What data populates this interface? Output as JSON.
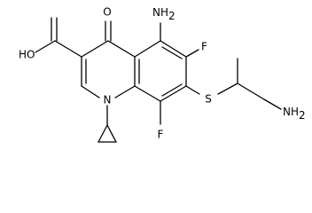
{
  "molecule": {
    "atoms": {
      "oxo_o": "O",
      "amino_nh2": "NH",
      "amino_sub": "2",
      "hydroxyl": "HO",
      "f_top": "F",
      "f_bottom": "F",
      "ring_n": "N",
      "thioether_s": "S",
      "side_chain_nh2": "NH",
      "side_chain_sub": "2"
    }
  }
}
